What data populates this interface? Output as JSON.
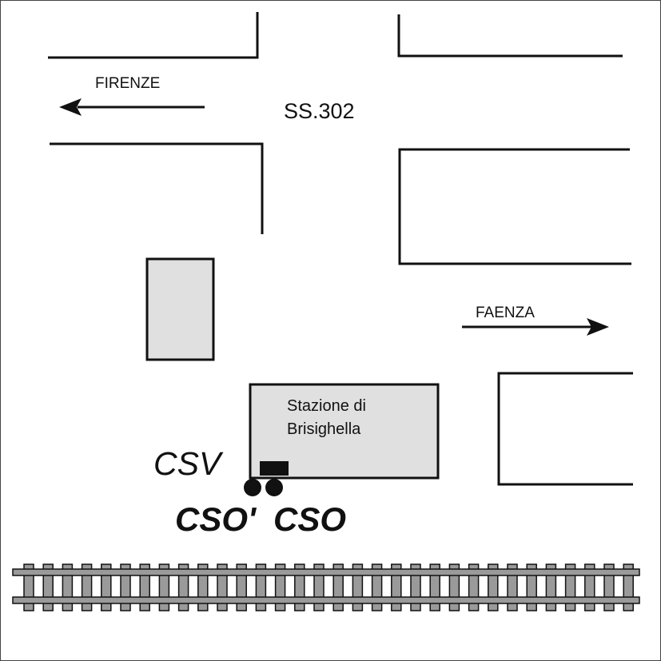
{
  "map": {
    "route_label": "SS.302",
    "direction_west": "FIRENZE",
    "direction_east": "FAENZA",
    "station": {
      "line1": "Stazione di",
      "line2": "Brisighella"
    },
    "sensors": {
      "csv": "CSV",
      "cso_prime": "CSO'",
      "cso": "CSO"
    },
    "colors": {
      "building_fill": "#e0e0e0",
      "rail_fill": "#9a9a9a",
      "line": "#111111"
    }
  }
}
